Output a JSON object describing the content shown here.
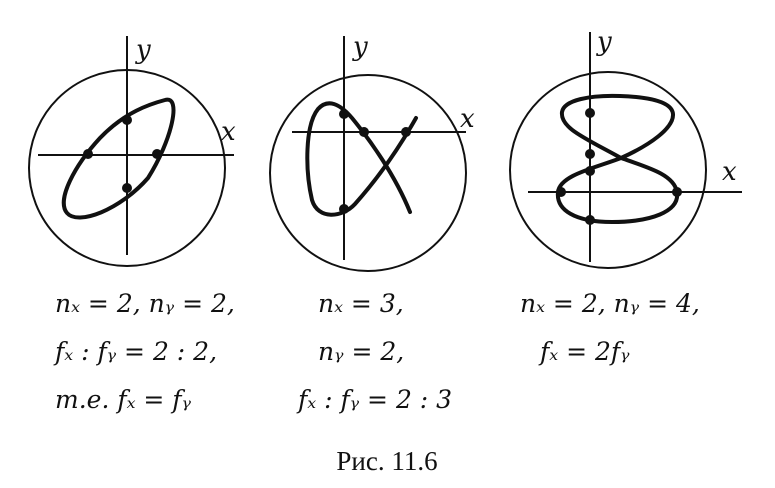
{
  "panels": [
    {
      "axis_x": "x",
      "axis_y": "y",
      "lines": [
        "nₓ = 2, nᵧ = 2,",
        "fₓ : fᵧ = 2 : 2,",
        "т.е. fₓ = fᵧ"
      ]
    },
    {
      "axis_x": "x",
      "axis_y": "y",
      "lines": [
        "nₓ = 3,",
        "nᵧ = 2,",
        "fₓ : fᵧ = 2 : 3"
      ]
    },
    {
      "axis_x": "x",
      "axis_y": "y",
      "lines": [
        "nₓ = 2, nᵧ = 4,",
        "fₓ = 2fᵧ"
      ]
    }
  ],
  "caption": "Рис. 11.6"
}
